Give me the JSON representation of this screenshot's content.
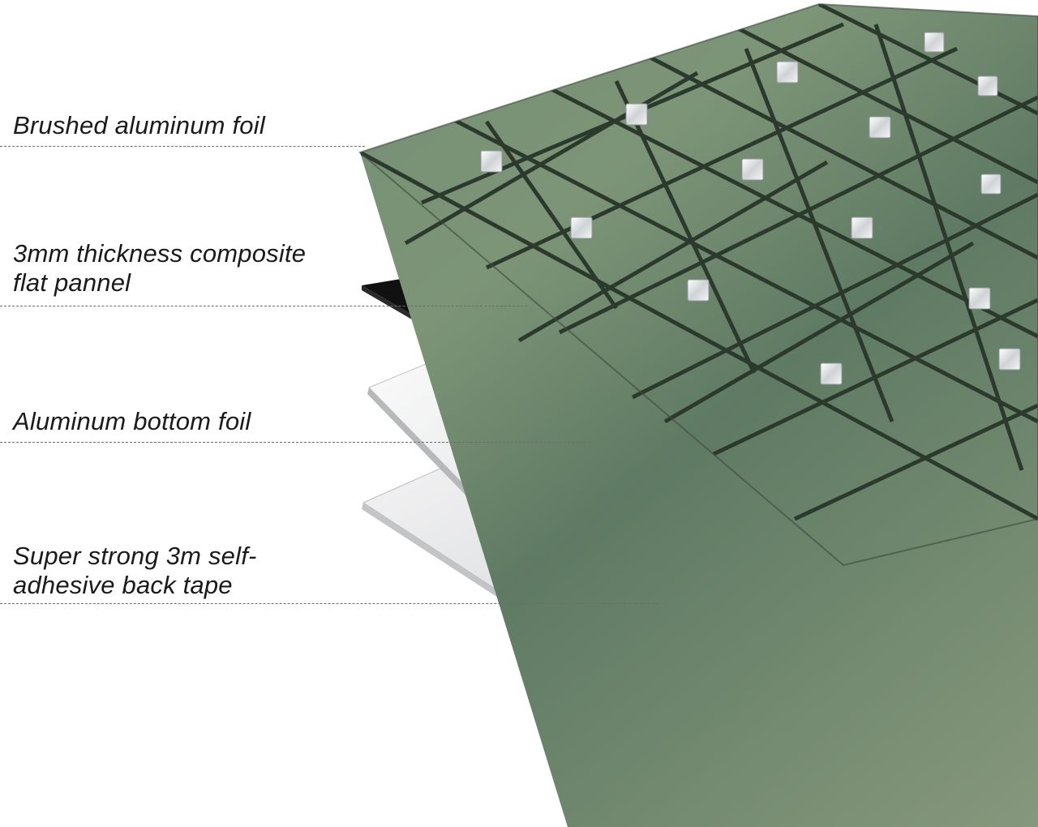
{
  "layers": [
    {
      "id": "brushed-aluminum-foil",
      "lines": [
        "Brushed aluminum foil"
      ]
    },
    {
      "id": "composite-flat-panel",
      "lines": [
        "3mm thickness composite",
        "flat pannel"
      ]
    },
    {
      "id": "aluminum-bottom-foil",
      "lines": [
        "Aluminum bottom foil"
      ]
    },
    {
      "id": "adhesive-back-tape",
      "lines": [
        "Super strong 3m self-",
        "adhesive back tape"
      ]
    }
  ],
  "colors": {
    "background": "#ffffff",
    "label_text": "#1a1a1a",
    "leader_line": "#6d6d6d",
    "tile_stone": "#6f8a73",
    "tile_grout": "#2c3a2d",
    "tile_chip": "#e6e9ea",
    "panel_core": "#111111",
    "bottom_foil": "#e9eaec",
    "back_tape": "#d6d7d9"
  },
  "icons": {
    "mosaic": "mosaic-tile-icon"
  }
}
